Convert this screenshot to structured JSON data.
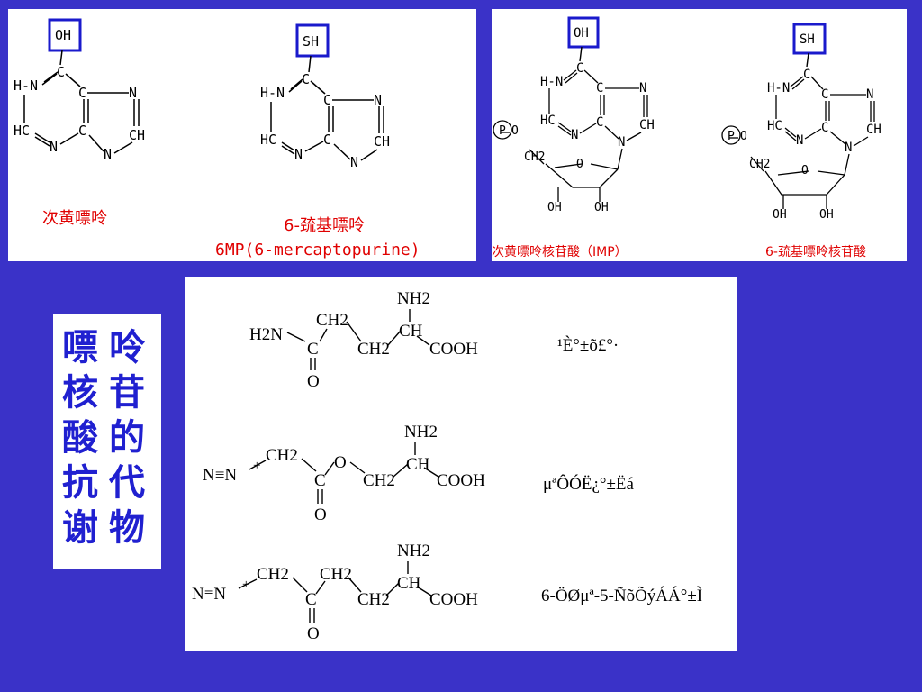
{
  "panel_top_left": {
    "hypoxanthine": {
      "sub_OH": "OH",
      "H_N": "H-N",
      "C_top": "C",
      "C_mid": "C",
      "N_right": "N",
      "HC": "HC",
      "N_bottom": "N",
      "C_bottom": "C",
      "CH": "CH",
      "N_ring": "N",
      "label": "次黄嘌呤"
    },
    "mercaptopurine": {
      "sub_SH": "SH",
      "H_N": "H-N",
      "C_top": "C",
      "C_mid": "C",
      "N_right": "N",
      "HC": "HC",
      "N_bottom": "N",
      "C_bottom": "C",
      "CH": "CH",
      "N_ring": "N",
      "label_cn": "6-巯基嘌呤",
      "label_en": "6MP(6-mercaptopurine)"
    }
  },
  "panel_top_right": {
    "imp": {
      "sub_OH": "OH",
      "P": "P",
      "O_link": "O",
      "CH2": "CH2",
      "O_ring": "O",
      "OH_a": "OH",
      "OH_b": "OH",
      "label": "次黄嘌呤核苷酸（IMP）"
    },
    "thio": {
      "sub_SH": "SH",
      "P": "P",
      "O_link": "O",
      "CH2": "CH2",
      "O_ring": "O",
      "OH_a": "OH",
      "OH_b": "OH",
      "label": "6-巯基嘌呤核苷酸"
    }
  },
  "panel_bottom": {
    "glutamine": {
      "NH2": "NH2",
      "H2N": "H2N",
      "CH2a": "CH2",
      "CH": "CH",
      "C": "C",
      "CH2b": "CH2",
      "COOH": "COOH",
      "O": "O",
      "name": "¹È°±õ£°·"
    },
    "azaserine": {
      "NH2": "NH2",
      "N_N": "N≡N",
      "plus": "+",
      "CH2a": "CH2",
      "O_link": "O",
      "C": "C",
      "CH2b": "CH2",
      "CH": "CH",
      "COOH": "COOH",
      "O": "O",
      "name": "μªÔÓË¿°±Ëá"
    },
    "don": {
      "NH2": "NH2",
      "N_N": "N≡N",
      "plus": "+",
      "CH2a": "CH2",
      "CH2b": "CH2",
      "C": "C",
      "CH2c": "CH2",
      "CH": "CH",
      "COOH": "COOH",
      "O": "O",
      "name": "6-ÖØμª-5-ÑõÕýÁÁ°±Ì"
    }
  },
  "side_title": {
    "col1": "嘌核酸抗谢",
    "col2": "呤苷的代物"
  },
  "colors": {
    "background": "#3a32c8",
    "box": "#1a1acc",
    "label_red": "#e00000",
    "title_blue": "#2020d0"
  }
}
